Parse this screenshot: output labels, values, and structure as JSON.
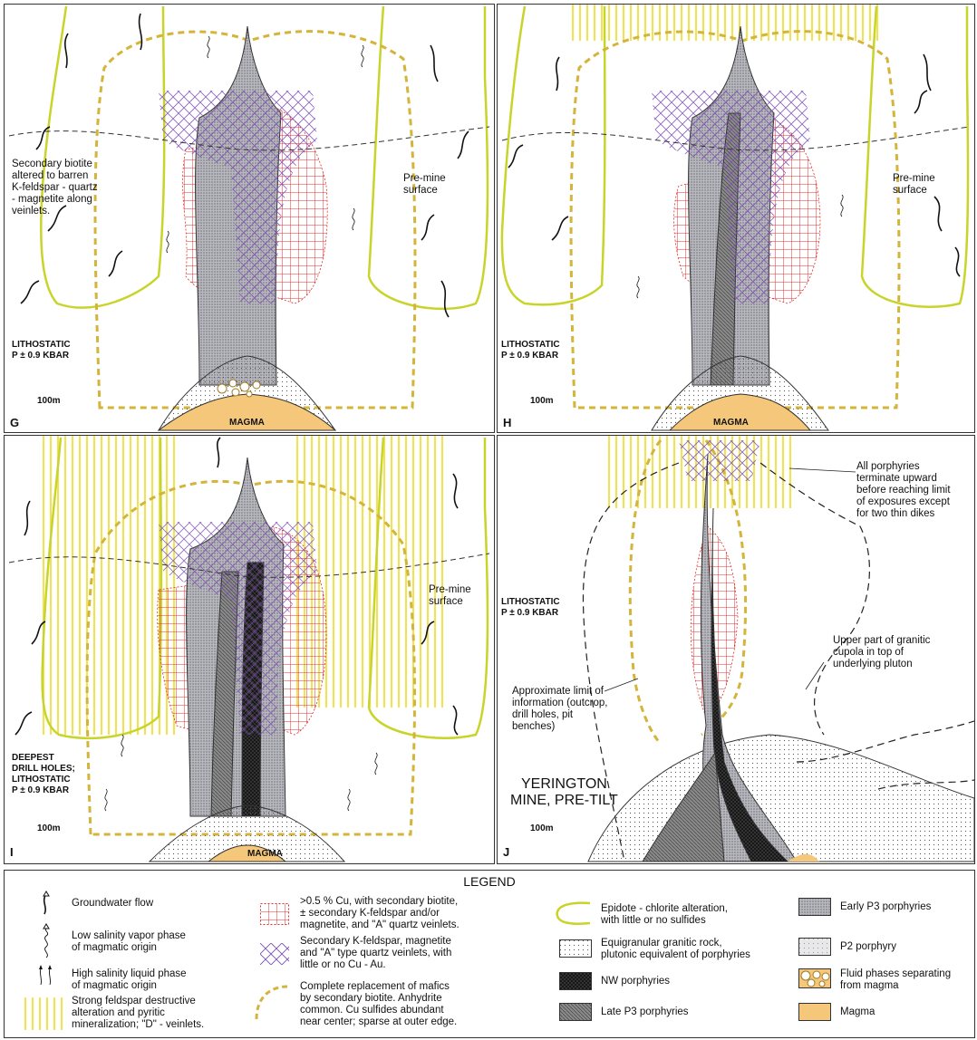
{
  "panels": {
    "G": {
      "letter": "G",
      "biotite_note": "Secondary biotite\naltered to barren\nK-feldspar - quartz\n- magnetite along\nveinlets.",
      "surface": "Pre-mine\nsurface",
      "pressure": "LITHOSTATIC\nP ± 0.9 KBAR",
      "scale": "100m",
      "magma": "MAGMA"
    },
    "H": {
      "letter": "H",
      "surface": "Pre-mine\nsurface",
      "pressure": "LITHOSTATIC\nP ± 0.9 KBAR",
      "scale": "100m",
      "magma": "MAGMA"
    },
    "I": {
      "letter": "I",
      "surface": "Pre-mine\nsurface",
      "pressure": "DEEPEST\nDRILL HOLES;\nLITHOSTATIC\nP ± 0.9 KBAR",
      "scale": "100m",
      "magma": "MAGMA"
    },
    "J": {
      "letter": "J",
      "porphyry_note": "All porphyries\nterminate upward\nbefore reaching limit\nof exposures except\nfor two thin dikes",
      "pressure": "LITHOSTATIC\nP ± 0.9 KBAR",
      "cupola_note": "Upper part of granitic\ncupola in top of\nunderlying pluton",
      "limit_note": "Approximate limit of\ninformation (outcrop,\ndrill holes, pit\nbenches)",
      "mine_title": "YERINGTON\nMINE, PRE-TILT",
      "scale": "100m"
    }
  },
  "legend": {
    "title": "LEGEND",
    "items": [
      {
        "key": "groundwater",
        "label": "Groundwater flow"
      },
      {
        "key": "vapor",
        "label": "Low salinity vapor phase\nof magmatic origin"
      },
      {
        "key": "liquid",
        "label": "High salinity liquid phase\nof magmatic origin"
      },
      {
        "key": "feldspar",
        "label": "Strong feldspar destructive\nalteration and pyritic\nmineralization; \"D\" - veinlets."
      },
      {
        "key": "cu",
        "label": ">0.5 % Cu, with secondary biotite,\n± secondary K-feldspar and/or\nmagnetite, and \"A\" quartz veinlets."
      },
      {
        "key": "kfeldspar",
        "label": "Secondary K-feldspar, magnetite\nand \"A\" type quartz veinlets, with\nlittle or no Cu - Au."
      },
      {
        "key": "biotite",
        "label": "Complete replacement of mafics\nby secondary biotite.  Anhydrite\ncommon.  Cu sulfides abundant\nnear center; sparse at outer edge."
      },
      {
        "key": "epidote",
        "label": "Epidote - chlorite alteration,\nwith little or no sulfides"
      },
      {
        "key": "granitic",
        "label": "Equigranular granitic rock,\nplutonic equivalent of porphyries"
      },
      {
        "key": "nw",
        "label": "NW porphyries"
      },
      {
        "key": "latep3",
        "label": "Late P3 porphyries"
      },
      {
        "key": "earlyp3",
        "label": "Early P3 porphyries"
      },
      {
        "key": "p2",
        "label": "P2 porphyry"
      },
      {
        "key": "fluid",
        "label": "Fluid phases separating\nfrom magma"
      },
      {
        "key": "magma",
        "label": "Magma"
      }
    ]
  },
  "colors": {
    "epidote": "#c8d42a",
    "biotite": "#d4b43a",
    "feldspar": "#f2e34a",
    "cu": "#e03030",
    "kfeldspar": "#7a4fb0",
    "magma": "#f5c77a",
    "porphyry": "#a9aab4"
  }
}
